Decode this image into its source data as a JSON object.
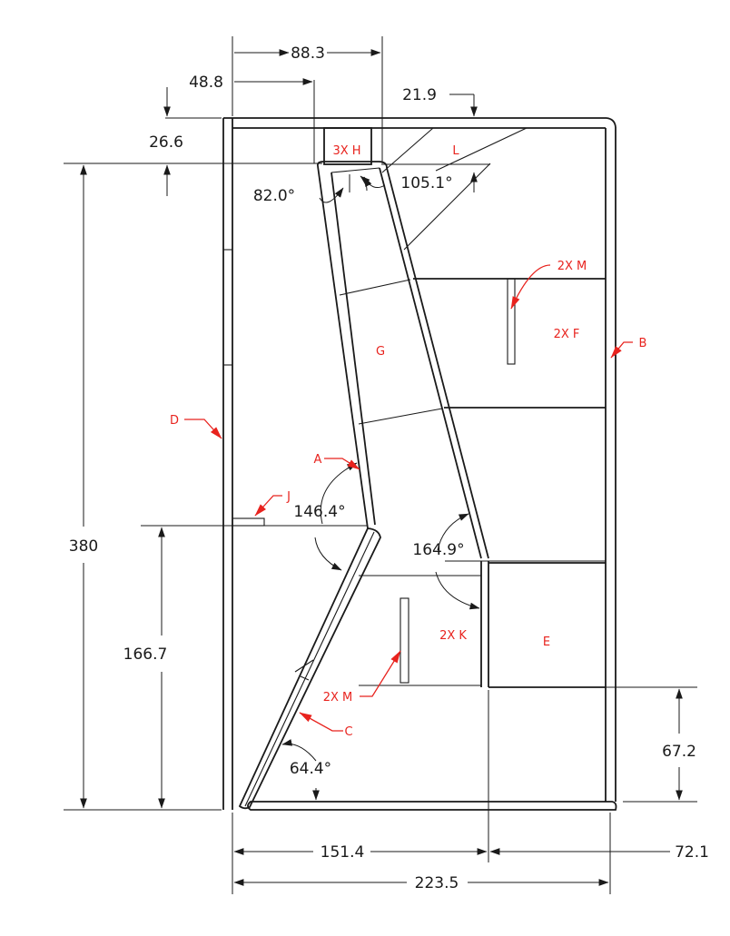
{
  "colors": {
    "line": "#1a1a1a",
    "callout": "#e8231e",
    "background": "#ffffff"
  },
  "dimensions": {
    "d88": "88.3",
    "d48": "48.8",
    "d21": "21.9",
    "d26": "26.6",
    "d380": "380",
    "d166": "166.7",
    "d67": "67.2",
    "d151": "151.4",
    "d72": "72.1",
    "d223": "223.5",
    "a82": "82.0°",
    "a105": "105.1°",
    "a146": "146.4°",
    "a164": "164.9°",
    "a64": "64.4°"
  },
  "labels": {
    "H": "3X H",
    "L": "L",
    "M_top": "2X M",
    "F": "2X F",
    "B": "B",
    "G": "G",
    "D": "D",
    "A": "A",
    "J": "J",
    "K": "2X K",
    "E": "E",
    "M_bottom": "2X M",
    "C": "C"
  }
}
